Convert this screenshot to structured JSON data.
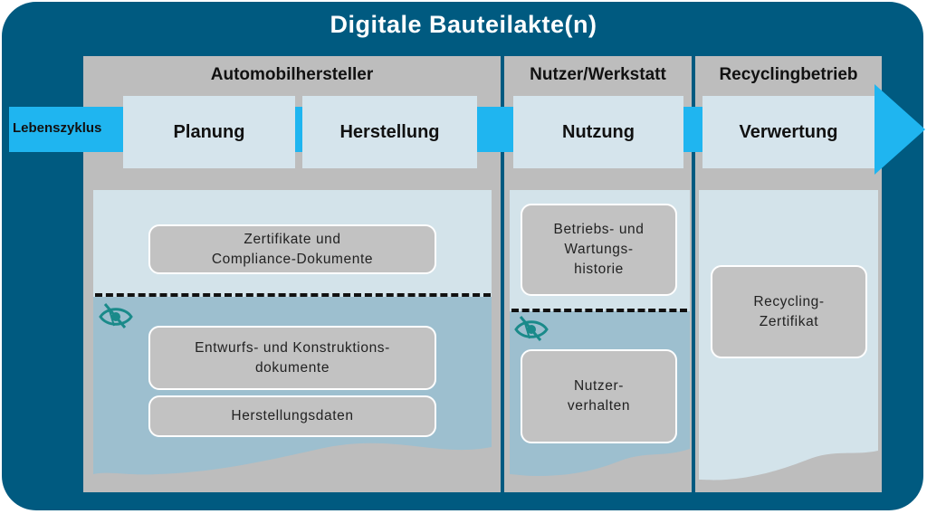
{
  "title": "Digitale Bauteilakte(n)",
  "lifecycle_label": "Lebenszyklus",
  "stakeholders": {
    "manufacturer": "Automobilhersteller",
    "user": "Nutzer/Werkstatt",
    "recycler": "Recyclingbetrieb"
  },
  "phases": {
    "planning": "Planung",
    "production": "Herstellung",
    "usage": "Nutzung",
    "recovery": "Verwertung"
  },
  "documents": {
    "certificates_l1": "Zertifikate und",
    "certificates_l2": "Compliance-Dokumente",
    "operation_l1": "Betriebs- und",
    "operation_l2": "Wartungs-",
    "operation_l3": "historie",
    "recycling_l1": "Recycling-",
    "recycling_l2": "Zertifikat",
    "design_l1": "Entwurfs- und Konstruktions-",
    "design_l2": "dokumente",
    "production_data": "Herstellungsdaten",
    "user_behavior_l1": "Nutzer-",
    "user_behavior_l2": "verhalten"
  },
  "colors": {
    "frame": "#005a80",
    "arrow": "#1fb5f0",
    "column": "#bdbdbd",
    "phase_box": "#d5e4ec",
    "public_area": "#d3e3ea",
    "private_area": "#9dbfcf",
    "document_box": "#c2c2c2",
    "eye_icon": "#1a8a8a"
  }
}
